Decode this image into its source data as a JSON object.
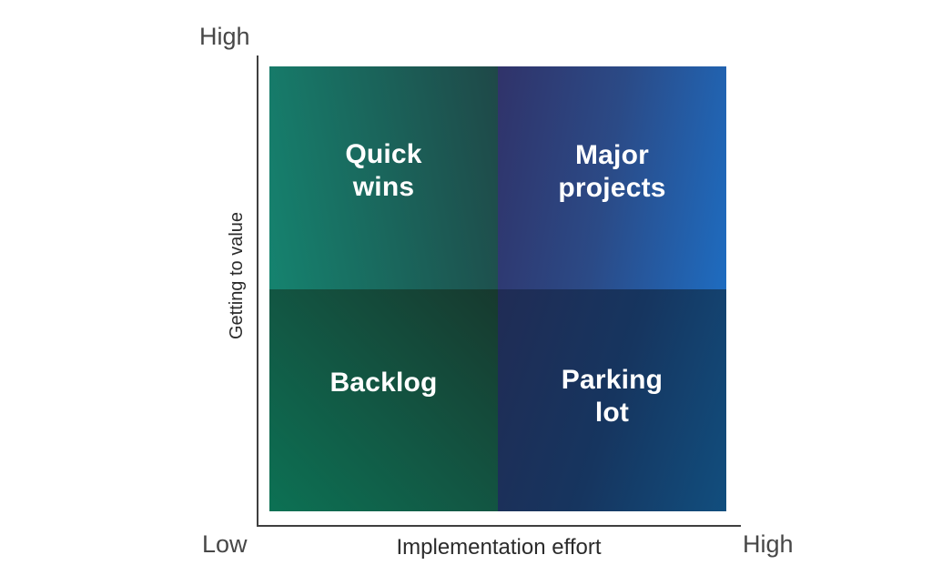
{
  "figure": {
    "type": "quadrant-priority-matrix",
    "background_color": "#FFFFFF",
    "axis_color": "#3F3F3F",
    "label_text_color": "#FFFFFF",
    "x_axis": {
      "title": "Implementation effort",
      "min_label": "Low",
      "max_label": "High"
    },
    "y_axis": {
      "title": "Getting to value",
      "max_label": "High"
    },
    "quadrants": [
      {
        "position": "top-left",
        "label": "Quick wins",
        "x_value": "low effort",
        "y_value": "high value",
        "color_start": "#15836F",
        "color_end": "#1F4848"
      },
      {
        "position": "top-right",
        "label": "Major projects",
        "x_value": "high effort",
        "y_value": "high value",
        "color_start": "#30336A",
        "color_end": "#1E6CC0"
      },
      {
        "position": "bottom-left",
        "label": "Backlog",
        "x_value": "low effort",
        "y_value": "low value",
        "color_start": "#0C7154",
        "color_end": "#17392E"
      },
      {
        "position": "bottom-right",
        "label": "Parking lot",
        "x_value": "high effort",
        "y_value": "low value",
        "color_start": "#202C55",
        "color_end": "#114E7E"
      }
    ]
  }
}
